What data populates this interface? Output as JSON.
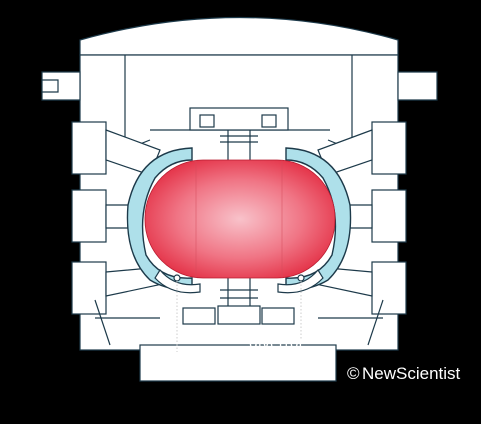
{
  "labels": {
    "ash": "ash",
    "divertor": "divertor"
  },
  "credit": {
    "symbol": "©",
    "brand": "NewScientist"
  },
  "colors": {
    "background": "#000000",
    "structure": "#ffffff",
    "outline": "#1d3a4a",
    "blanket": "#aee0ea",
    "plasma_core": "#f6b1bb",
    "plasma_edge": "#e4283e"
  }
}
